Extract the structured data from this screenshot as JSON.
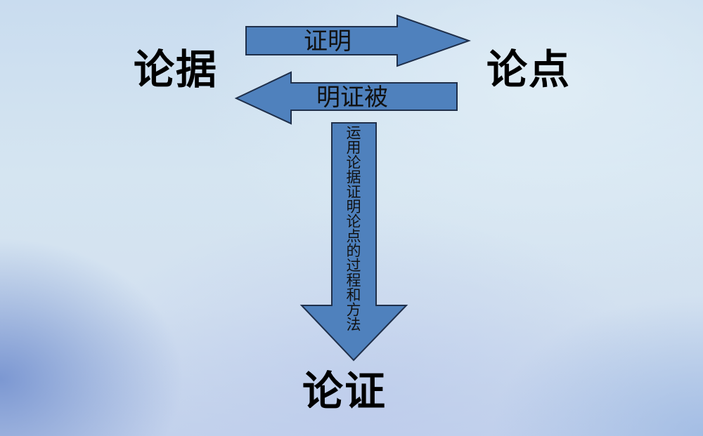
{
  "nodes": {
    "evidence": "论据",
    "thesis": "论点",
    "argumentation": "论证"
  },
  "arrows": {
    "right_arrow": {
      "label": "证明",
      "direction": "right",
      "from": "论据",
      "to": "论点"
    },
    "left_arrow": {
      "label": "明证被",
      "direction": "left",
      "from": "论点",
      "to": "论据"
    },
    "down_arrow": {
      "label": "运用论据证明论点的过程和方法",
      "direction": "down",
      "to": "论证"
    }
  },
  "colors": {
    "arrow_fill": "#4f81bd",
    "arrow_stroke": "#1f2f4a",
    "text": "#000000",
    "background": "#d3e3f0"
  }
}
